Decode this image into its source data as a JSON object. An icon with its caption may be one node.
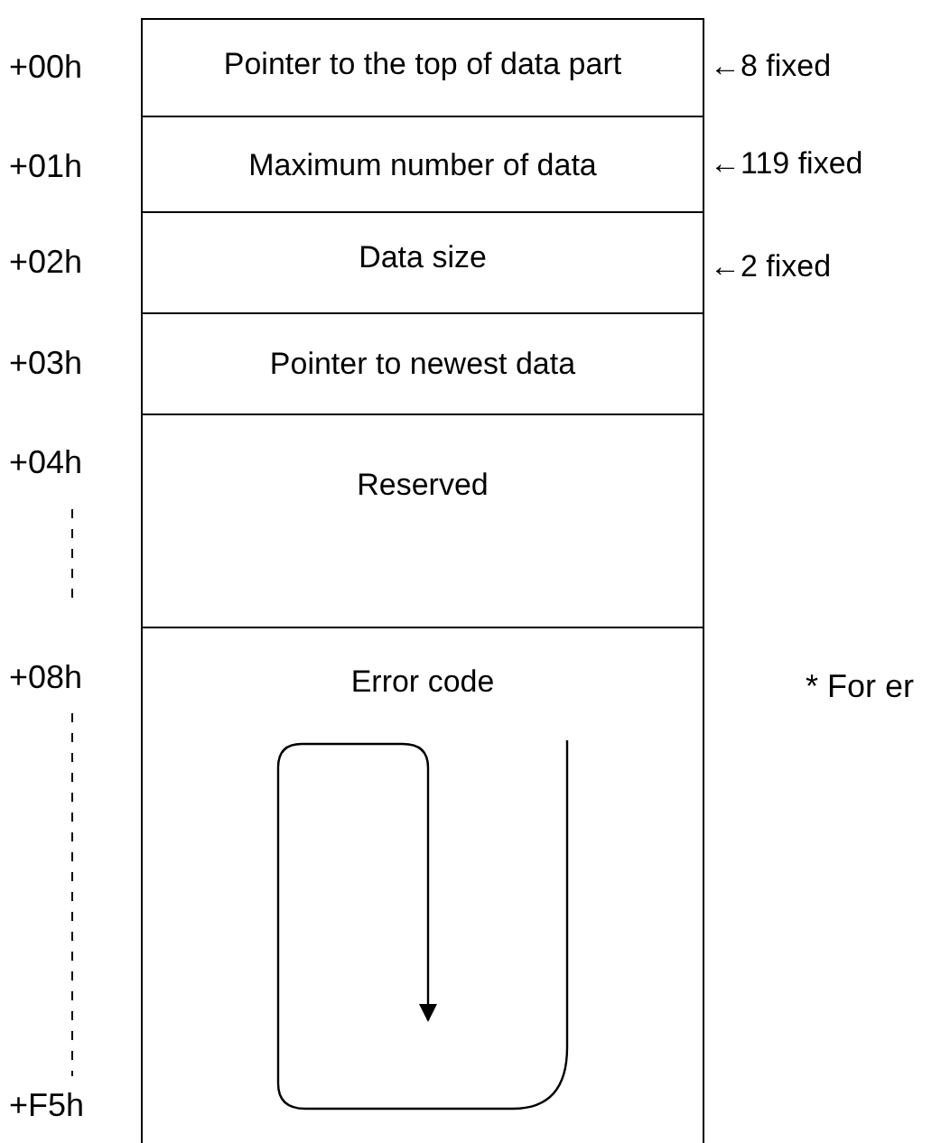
{
  "diagram": {
    "nodes": [
      {
        "text": [
          "Pointer to the top of data part"
        ],
        "beside": [
          "←8 fixed"
        ]
      },
      {
        "text": [
          "Maximum number of data"
        ],
        "beside": [
          "←119 fixed"
        ]
      },
      {
        "text": [
          "Data size"
        ],
        "beside": [
          "←2 fixed"
        ]
      },
      {
        "text": [
          "Pointer to newest data"
        ]
      },
      {
        "text": [
          "Reserved"
        ]
      },
      {
        "text": [
          "Error code"
        ]
      }
    ],
    "labels": [
      "+00h",
      "+01h",
      "+02h",
      "+03h",
      "+04h",
      "+08h",
      "+F5h",
      "* For er"
    ]
  }
}
